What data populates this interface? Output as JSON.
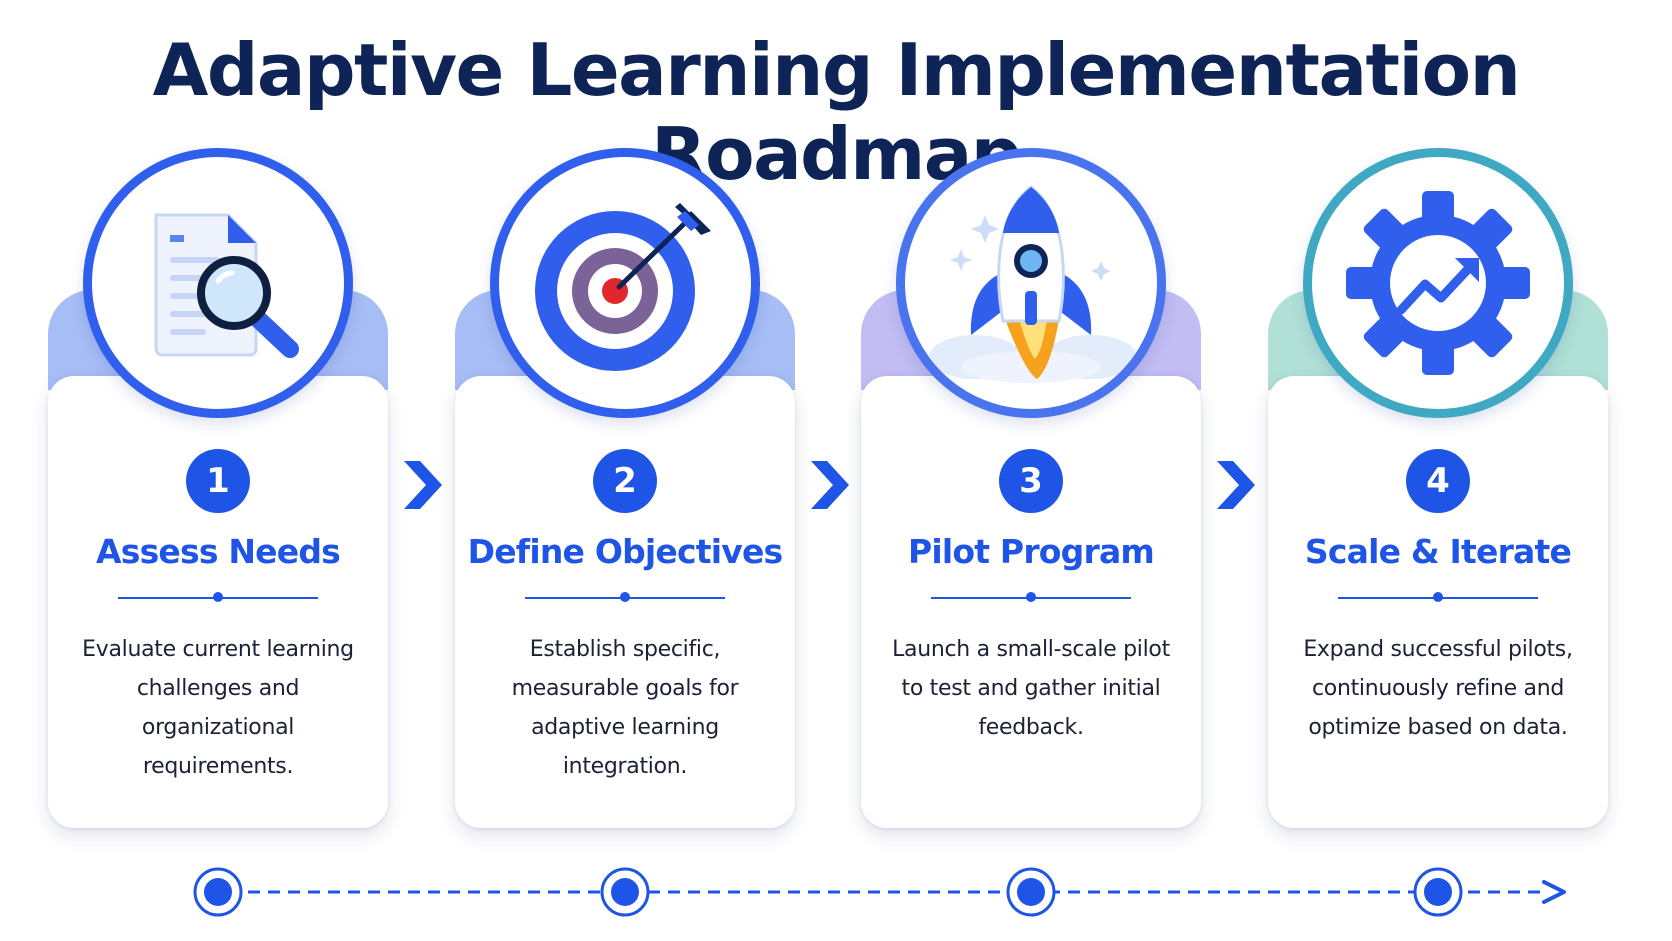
{
  "title": "Adaptive Learning Implementation Roadmap",
  "colors": {
    "primary": "#1f55e6",
    "title": "#0e2356",
    "step4_accent": "#3fa8c2"
  },
  "steps": [
    {
      "number": "1",
      "title": "Assess Needs",
      "description": "Evaluate current learning challenges and organizational requirements.",
      "icon": "document-magnifier-icon"
    },
    {
      "number": "2",
      "title": "Define Objectives",
      "description": "Establish specific, measurable goals for adaptive learning integration.",
      "icon": "target-arrow-icon"
    },
    {
      "number": "3",
      "title": "Pilot Program",
      "description": "Launch a small-scale pilot to test and gather initial feedback.",
      "icon": "rocket-icon"
    },
    {
      "number": "4",
      "title": "Scale & Iterate",
      "description": "Expand successful pilots, continuously refine and optimize based on data.",
      "icon": "gear-growth-icon"
    }
  ]
}
